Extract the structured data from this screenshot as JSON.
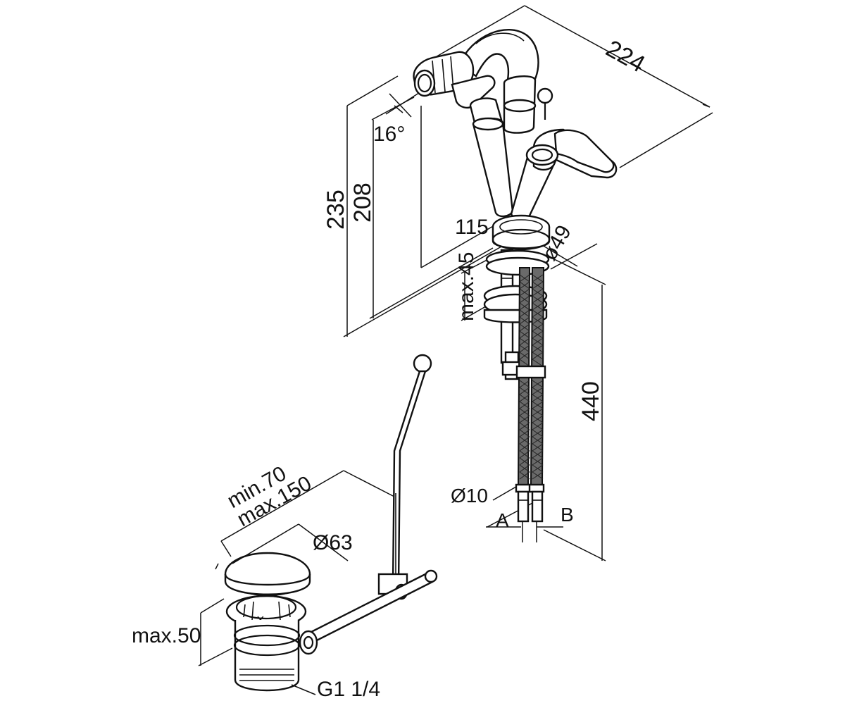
{
  "dimensions": {
    "d224": "224",
    "d235": "235",
    "d208": "208",
    "d16deg": "16°",
    "d115": "115",
    "dmax45": "max.45",
    "d49": "ø49",
    "d440": "440",
    "d10": "Ø10",
    "labelA": "A",
    "labelB": "B",
    "dmin70": "min.70",
    "dmax150": "max.150",
    "d63": "Ø63",
    "dmax50": "max.50",
    "thread": "G1 1/4"
  }
}
